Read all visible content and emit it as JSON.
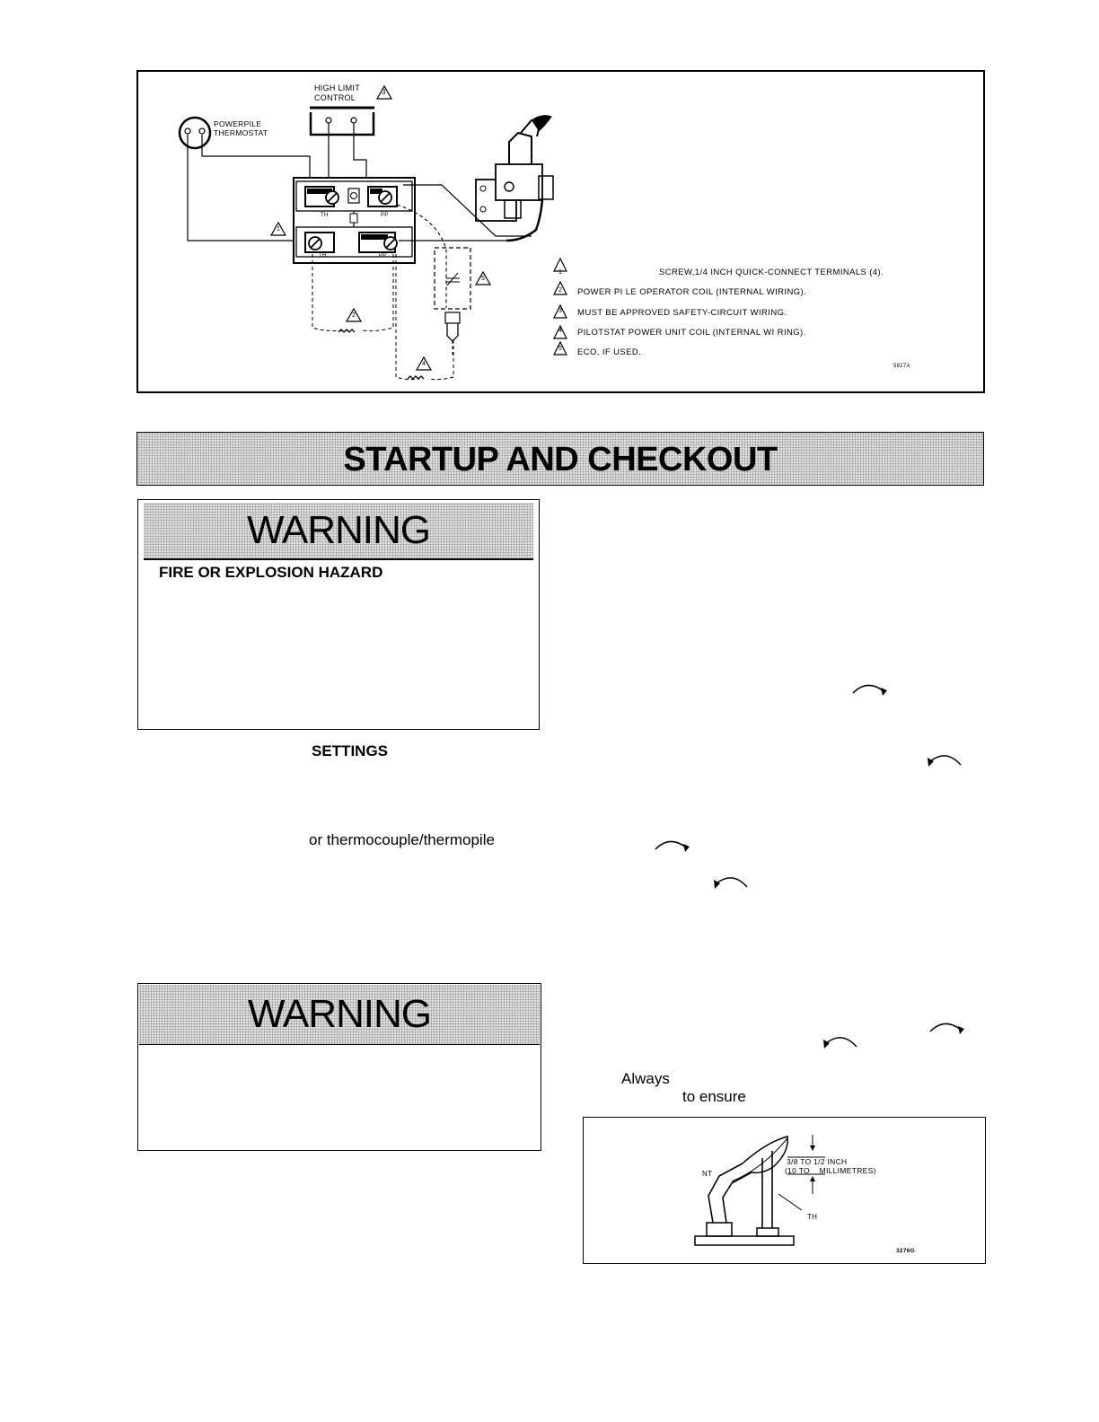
{
  "wiring_figure": {
    "high_limit_label": [
      "HIGH LIMIT",
      "CONTROL"
    ],
    "high_limit_callout": "3",
    "thermostat_label": [
      "POWERPILE",
      "THERMOSTAT"
    ],
    "terminal_th_upper": "TH",
    "terminal_pp_upper": "PP",
    "terminal_th_lower": "TH",
    "terminal_pp_lower": "PP",
    "callouts": [
      "1",
      "2",
      "4",
      "5"
    ],
    "notes": [
      {
        "num": "1",
        "text": "SCREW,1/4 INCH QUICK-CONNECT TERMINALS (4)."
      },
      {
        "num": "2",
        "text": "POWER PI LE OPERATOR COIL (INTERNAL WIRING)."
      },
      {
        "num": "3",
        "text": "MUST BE APPROVED SAFETY-CIRCUIT WIRING."
      },
      {
        "num": "4",
        "text": "PILOTSTAT POWER UNIT COIL (INTERNAL WI RING)."
      },
      {
        "num": "5",
        "text": "ECO, IF USED."
      }
    ],
    "figure_id": "5827A"
  },
  "section_banner": {
    "title": "STARTUP AND CHECKOUT"
  },
  "warning_1": {
    "title": "WARNING",
    "subtitle": "FIRE OR EXPLOSION HAZARD"
  },
  "settings_heading": "SETTINGS",
  "settings_fragment": "or thermocouple/thermopile",
  "warning_2": {
    "title": "WARNING"
  },
  "right_col": {
    "always": "Always",
    "to_ensure": "to ensure"
  },
  "flame_figure": {
    "dimension": "3/8 TO 1/2 INCH",
    "dimension_metric": "(10 TO    MILLIMETRES)",
    "left_label": "NT",
    "right_label": "TH",
    "figure_id": "3276G"
  }
}
